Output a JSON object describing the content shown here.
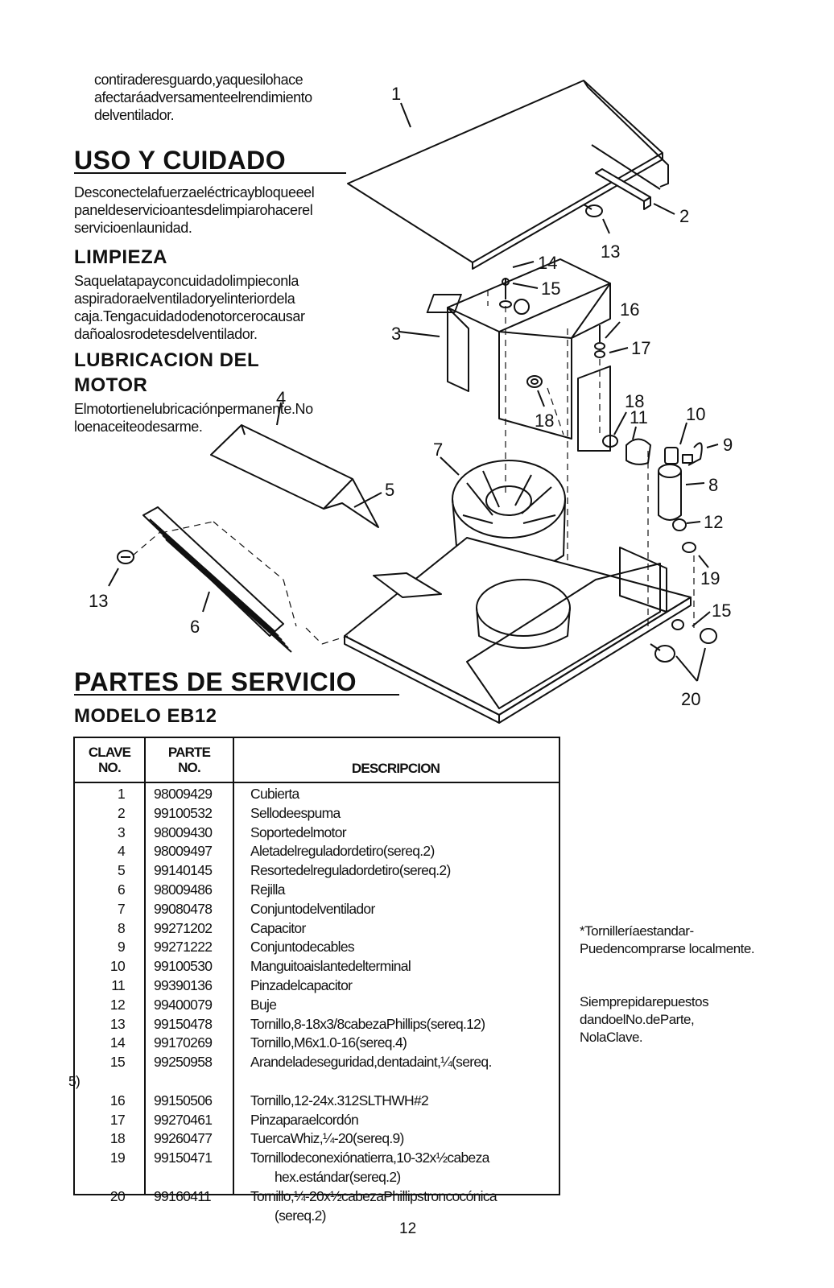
{
  "intro_text": "contiraderesguardo,yaquesilohace afectaráadversamenteelrendimiento delventilador.",
  "uso": {
    "title": "USO Y CUIDADO",
    "text": "Desconectelafuerzaeléctricaybloqueeel paneldeservicioantesdelimpiarohacerel servicioenlaunidad."
  },
  "limpieza": {
    "title": "LIMPIEZA",
    "text": "Saquelatapayconcuidadolimpieconla aspiradoraelventiladoryelinteriordela caja.Tengacuidadodenotorcerocausar dañoalosrodetesdelventilador."
  },
  "lubricacion": {
    "title_line1": "LUBRICACION DEL",
    "title_line2": "MOTOR",
    "text": "Elmotortienelubricaciónpermanente.No loenaceiteodesarme."
  },
  "diagram": {
    "callouts": [
      "1",
      "2",
      "13",
      "14",
      "15",
      "3",
      "16",
      "17",
      "4",
      "18",
      "18",
      "11",
      "10",
      "9",
      "7",
      "8",
      "5",
      "12",
      "19",
      "13",
      "6",
      "15",
      "20"
    ]
  },
  "partes": {
    "title": "PARTES DE SERVICIO",
    "model": "MODELO EB12"
  },
  "table": {
    "headers": {
      "clave1": "CLAVE",
      "clave2": "NO.",
      "parte1": "PARTE",
      "parte2": "NO.",
      "desc": "DESCRIPCION"
    },
    "rows": [
      {
        "clave": "1",
        "parte": "98009429",
        "desc": "Cubierta"
      },
      {
        "clave": "2",
        "parte": "99100532",
        "desc": "Sellodeespuma"
      },
      {
        "clave": "3",
        "parte": "98009430",
        "desc": "Soportedelmotor"
      },
      {
        "clave": "4",
        "parte": "98009497",
        "desc": "Aletadelreguladordetiro(sereq.2)"
      },
      {
        "clave": "5",
        "parte": "99140145",
        "desc": "Resortedelreguladordetiro(sereq.2)"
      },
      {
        "clave": "6",
        "parte": "98009486",
        "desc": "Rejilla"
      },
      {
        "clave": "7",
        "parte": "99080478",
        "desc": "Conjuntodelventilador"
      },
      {
        "clave": "8",
        "parte": "99271202",
        "desc": "Capacitor"
      },
      {
        "clave": "9",
        "parte": "99271222",
        "desc": "Conjuntodecables"
      },
      {
        "clave": "10",
        "parte": "99100530",
        "desc": "Manguitoaislantedelterminal"
      },
      {
        "clave": "11",
        "parte": "99390136",
        "desc": "Pinzadelcapacitor"
      },
      {
        "clave": "12",
        "parte": "99400079",
        "desc": "Buje"
      },
      {
        "clave": "13",
        "parte": "99150478",
        "desc": "Tornillo,8-18x3/8cabezaPhillips(sereq.12)"
      },
      {
        "clave": "14",
        "parte": "99170269",
        "desc": "Tornillo,M6x1.0-16(sereq.4)"
      },
      {
        "clave": "15",
        "parte": "99250958",
        "desc": "Arandeladeseguridad,dentadaint,¼(sereq."
      },
      {
        "clave": "5)",
        "parte": "",
        "desc": "",
        "tiny": true
      },
      {
        "clave": "16",
        "parte": "99150506",
        "desc": "Tornillo,12-24x.312SLTHWH#2"
      },
      {
        "clave": "17",
        "parte": "99270461",
        "desc": "Pinzaparaelcordón"
      },
      {
        "clave": "18",
        "parte": "99260477",
        "desc": "TuercaWhiz,¼-20(sereq.9)"
      },
      {
        "clave": "19",
        "parte": "99150471",
        "desc": "Tornillodeconexiónatierra,10-32x½cabeza"
      },
      {
        "clave": "",
        "parte": "",
        "desc": "hex.estándar(sereq.2)",
        "cont": true
      },
      {
        "clave": "20",
        "parte": "99160411",
        "desc": "Tornillo,¼-20x½cabezaPhillipstroncocónica"
      },
      {
        "clave": "",
        "parte": "",
        "desc": "(sereq.2)",
        "cont": true
      }
    ]
  },
  "side_note1": "*Tornilleríaestandar- Puedencomprarse localmente.",
  "side_note2": "Siemprepidarepuestos dandoelNo.deParte, NolaClave.",
  "page_number": "12"
}
